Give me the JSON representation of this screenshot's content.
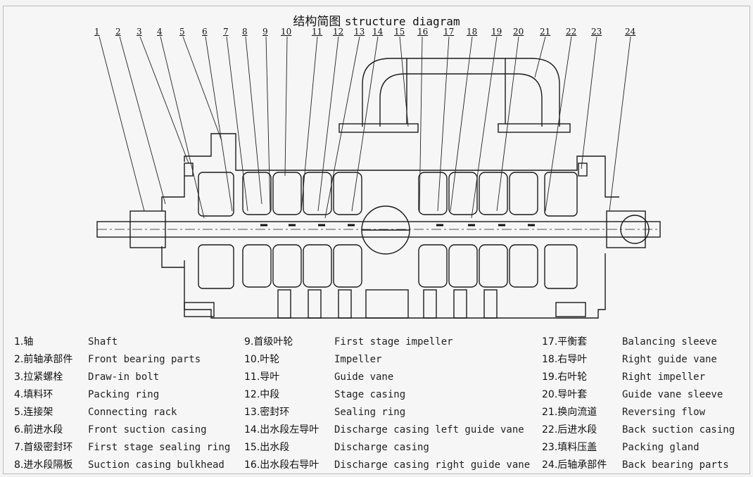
{
  "title": {
    "zh": "结构简图",
    "en": "structure diagram"
  },
  "callouts": [
    "1",
    "2",
    "3",
    "4",
    "5",
    "6",
    "7",
    "8",
    "9",
    "10",
    "11",
    "12",
    "13",
    "14",
    "15",
    "16",
    "17",
    "18",
    "19",
    "20",
    "21",
    "22",
    "23",
    "24"
  ],
  "legend": [
    {
      "num": "1.",
      "zh": "轴",
      "en": "Shaft"
    },
    {
      "num": "2.",
      "zh": "前轴承部件",
      "en": "Front bearing parts"
    },
    {
      "num": "3.",
      "zh": "拉紧螺栓",
      "en": "Draw-in bolt"
    },
    {
      "num": "4.",
      "zh": "填料环",
      "en": "Packing ring"
    },
    {
      "num": "5.",
      "zh": "连接架",
      "en": "Connecting rack"
    },
    {
      "num": "6.",
      "zh": "前进水段",
      "en": "Front suction casing"
    },
    {
      "num": "7.",
      "zh": "首级密封环",
      "en": "First stage sealing ring"
    },
    {
      "num": "8.",
      "zh": "进水段隔板",
      "en": "Suction casing bulkhead"
    },
    {
      "num": "9.",
      "zh": "首级叶轮",
      "en": "First stage impeller"
    },
    {
      "num": "10.",
      "zh": "叶轮",
      "en": "Impeller"
    },
    {
      "num": "11.",
      "zh": "导叶",
      "en": "Guide vane"
    },
    {
      "num": "12.",
      "zh": "中段",
      "en": "Stage casing"
    },
    {
      "num": "13.",
      "zh": "密封环",
      "en": "Sealing ring"
    },
    {
      "num": "14.",
      "zh": "出水段左导叶",
      "en": "Discharge casing left guide vane"
    },
    {
      "num": "15.",
      "zh": "出水段",
      "en": "Discharge casing"
    },
    {
      "num": "16.",
      "zh": "出水段右导叶",
      "en": "Discharge casing right guide vane"
    },
    {
      "num": "17.",
      "zh": "平衡套",
      "en": "Balancing sleeve"
    },
    {
      "num": "18.",
      "zh": "右导叶",
      "en": "Right guide vane"
    },
    {
      "num": "19.",
      "zh": "右叶轮",
      "en": "Right impeller"
    },
    {
      "num": "20.",
      "zh": "导叶套",
      "en": "Guide vane sleeve"
    },
    {
      "num": "21.",
      "zh": "换向流道",
      "en": "Reversing flow"
    },
    {
      "num": "22.",
      "zh": "后进水段",
      "en": "Back suction casing"
    },
    {
      "num": "23.",
      "zh": "填料压盖",
      "en": "Packing gland"
    },
    {
      "num": "24.",
      "zh": "后轴承部件",
      "en": "Back bearing parts"
    }
  ]
}
